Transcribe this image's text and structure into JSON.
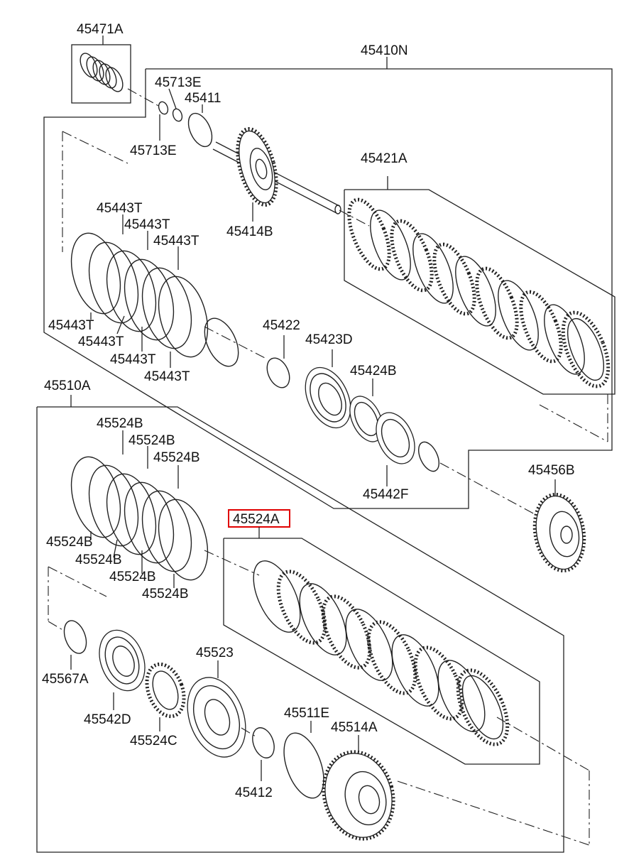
{
  "labels": {
    "p45471A": "45471A",
    "p45410N": "45410N",
    "p45713E_top": "45713E",
    "p45411": "45411",
    "p45713E_bottom": "45713E",
    "p45414B": "45414B",
    "p45421A": "45421A",
    "p45443T_1": "45443T",
    "p45443T_2": "45443T",
    "p45443T_3": "45443T",
    "p45443T_4": "45443T",
    "p45443T_5": "45443T",
    "p45443T_6": "45443T",
    "p45443T_7": "45443T",
    "p45422": "45422",
    "p45423D": "45423D",
    "p45424B": "45424B",
    "p45442F": "45442F",
    "p45456B": "45456B",
    "p45510A": "45510A",
    "p45524B_1": "45524B",
    "p45524B_2": "45524B",
    "p45524B_3": "45524B",
    "p45524B_4": "45524B",
    "p45524B_5": "45524B",
    "p45524B_6": "45524B",
    "p45524B_7": "45524B",
    "p45524A": "45524A",
    "p45523": "45523",
    "p45567A": "45567A",
    "p45542D": "45542D",
    "p45524C": "45524C",
    "p45511E": "45511E",
    "p45514A": "45514A",
    "p45412": "45412"
  },
  "highlighted_part": "45524A",
  "colors": {
    "line": "#222222",
    "highlight": "#e00000",
    "background": "#ffffff"
  }
}
